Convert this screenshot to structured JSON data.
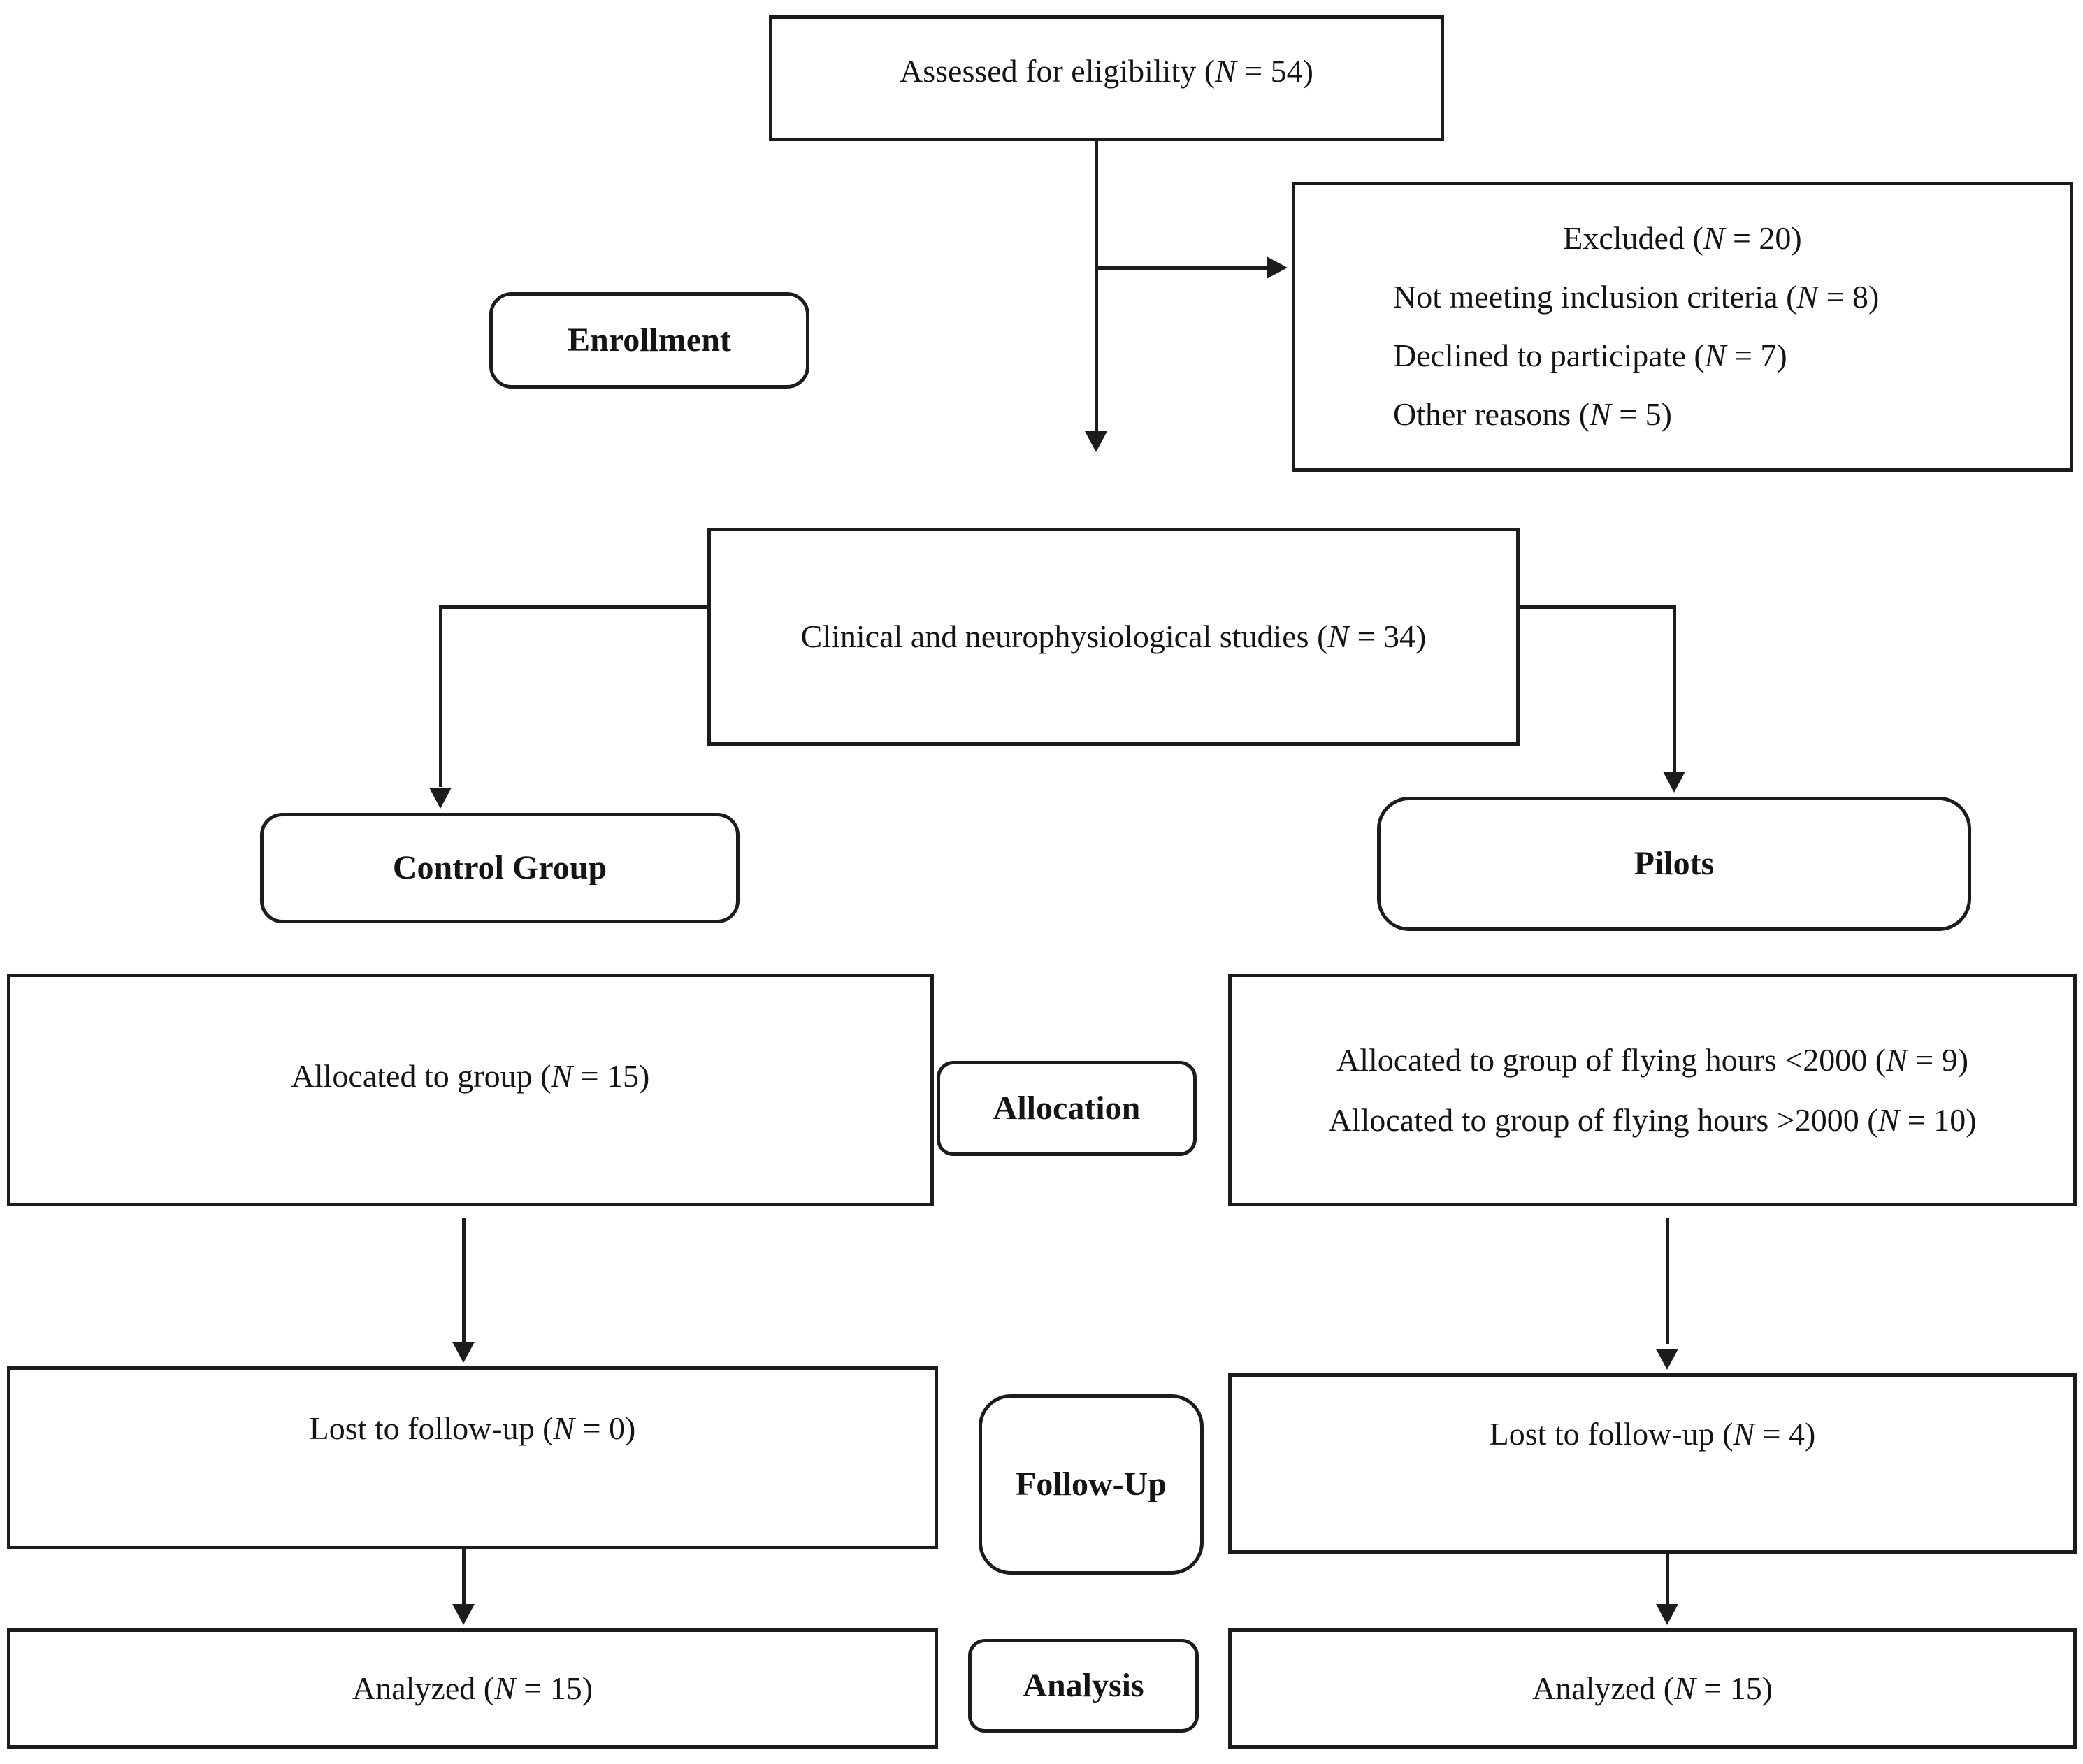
{
  "diagram": {
    "title": "Study flow diagram (CONSORT-style)",
    "colors": {
      "line": "#1c1c1c",
      "text": "#141414",
      "background": "#ffffff"
    },
    "boxes": {
      "assessed": {
        "pre": "Assessed for eligibility (",
        "n": "N",
        "post": " = 54)"
      },
      "excluded": {
        "lines": [
          {
            "pre": "Excluded (",
            "n": "N",
            "post": " = 20)"
          },
          {
            "pre": "Not meeting inclusion criteria (",
            "n": "N",
            "post": " = 8)"
          },
          {
            "pre": "Declined to participate (",
            "n": "N",
            "post": " = 7)"
          },
          {
            "pre": "Other reasons (",
            "n": "N",
            "post": " = 5)"
          }
        ]
      },
      "enrollment": {
        "label": "Enrollment"
      },
      "clinical": {
        "pre": "Clinical and neurophysiological studies (",
        "n": "N",
        "post": " = 34)"
      },
      "control": {
        "label": "Control Group"
      },
      "pilots": {
        "label": "Pilots"
      },
      "allocated_control": {
        "pre": "Allocated to group (",
        "n": "N",
        "post": " = 15)"
      },
      "allocation": {
        "label": "Allocation"
      },
      "allocated_pilots": {
        "lines": [
          {
            "pre": "Allocated to group of flying hours <2000 (",
            "n": "N",
            "post": " = 9)"
          },
          {
            "pre": "Allocated to group of flying hours >2000 (",
            "n": "N",
            "post": " = 10)"
          }
        ]
      },
      "lost_control": {
        "pre": "Lost to follow-up (",
        "n": "N",
        "post": " = 0)"
      },
      "followup": {
        "label": "Follow-Up"
      },
      "lost_pilots": {
        "pre": "Lost to follow-up (",
        "n": "N",
        "post": " = 4)"
      },
      "analyzed_control": {
        "pre": "Analyzed (",
        "n": "N",
        "post": " = 15)"
      },
      "analysis": {
        "label": "Analysis"
      },
      "analyzed_pilots": {
        "pre": "Analyzed (",
        "n": "N",
        "post": " = 15)"
      }
    }
  }
}
